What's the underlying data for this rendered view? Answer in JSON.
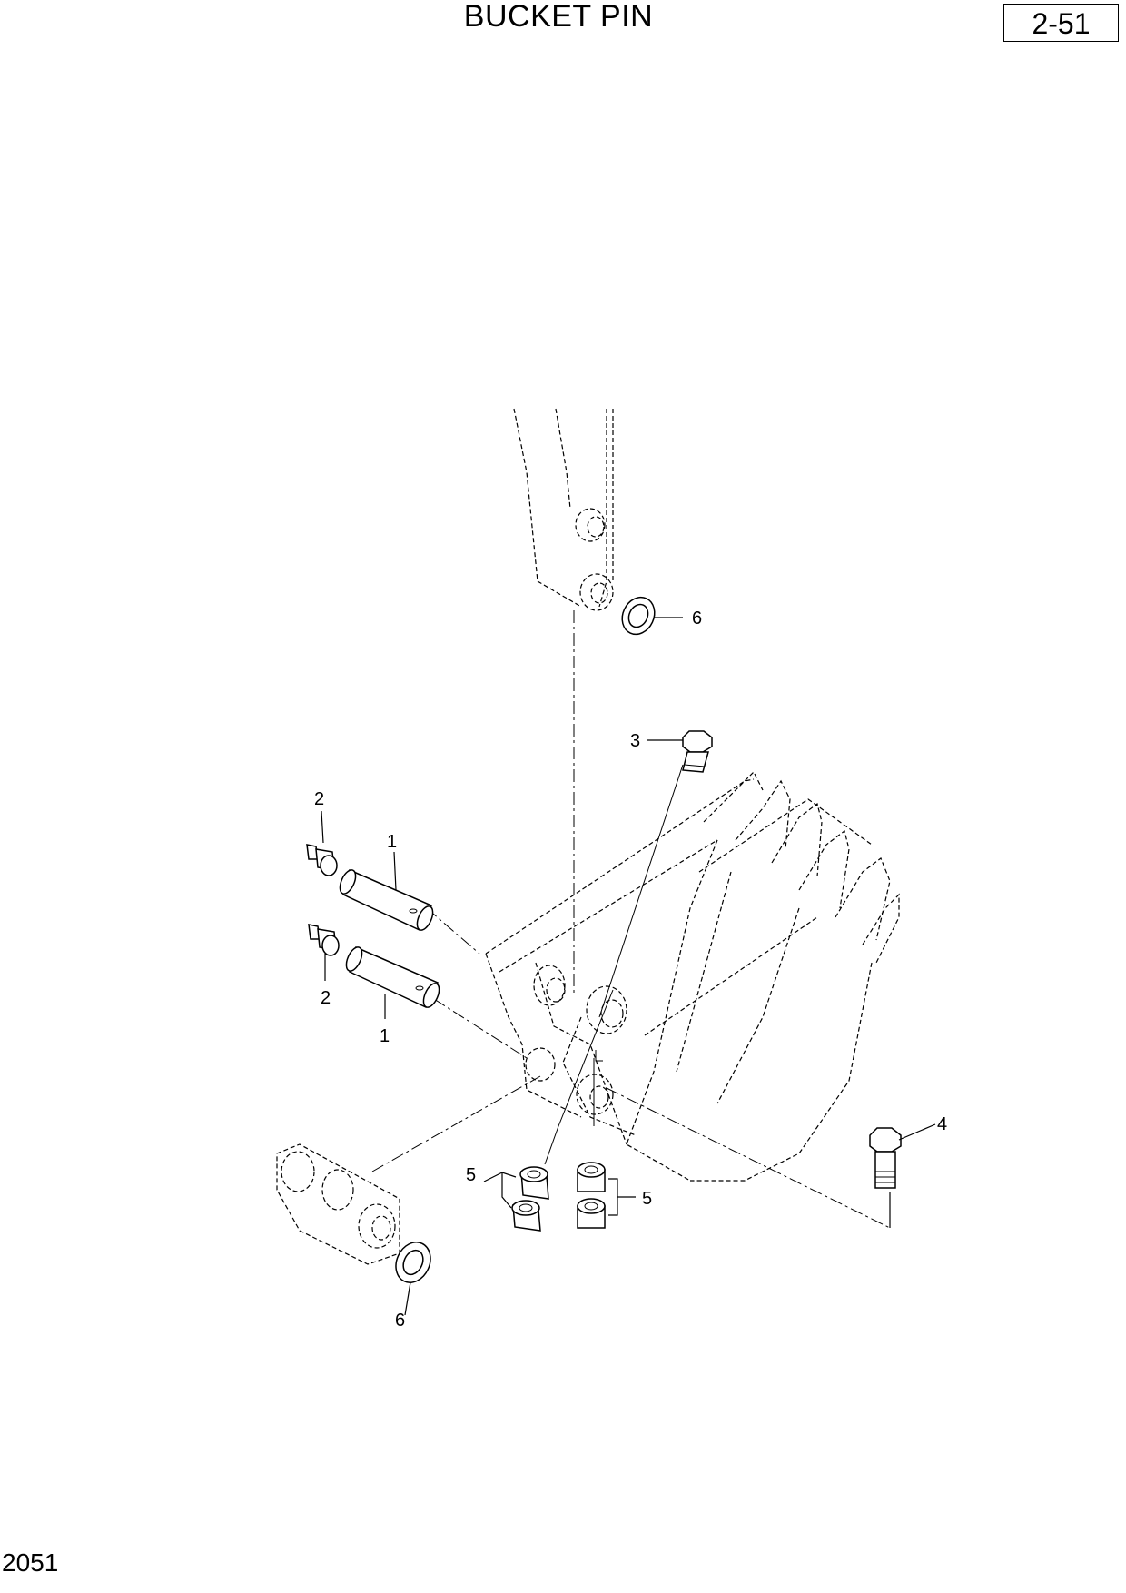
{
  "header": {
    "title": "BUCKET PIN",
    "page_number": "2-51"
  },
  "footer": {
    "figure_code": "2051"
  },
  "callouts": [
    {
      "id": "c6-top",
      "label": "6"
    },
    {
      "id": "c3",
      "label": "3"
    },
    {
      "id": "c2-top",
      "label": "2"
    },
    {
      "id": "c1-top",
      "label": "1"
    },
    {
      "id": "c2-bottom",
      "label": "2"
    },
    {
      "id": "c1-bottom",
      "label": "1"
    },
    {
      "id": "c4",
      "label": "4"
    },
    {
      "id": "c5-left",
      "label": "5"
    },
    {
      "id": "c5-right",
      "label": "5"
    },
    {
      "id": "c6-bottom",
      "label": "6"
    }
  ]
}
